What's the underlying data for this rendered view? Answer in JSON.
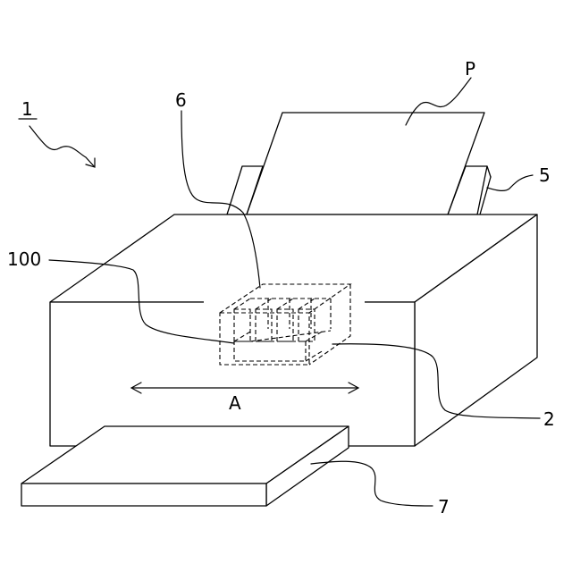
{
  "labels": {
    "device": "1",
    "sheet": "P",
    "feed_tray": "5",
    "cartridge": "6",
    "unit": "100",
    "body": "2",
    "output_tray": "7",
    "direction": "A"
  }
}
